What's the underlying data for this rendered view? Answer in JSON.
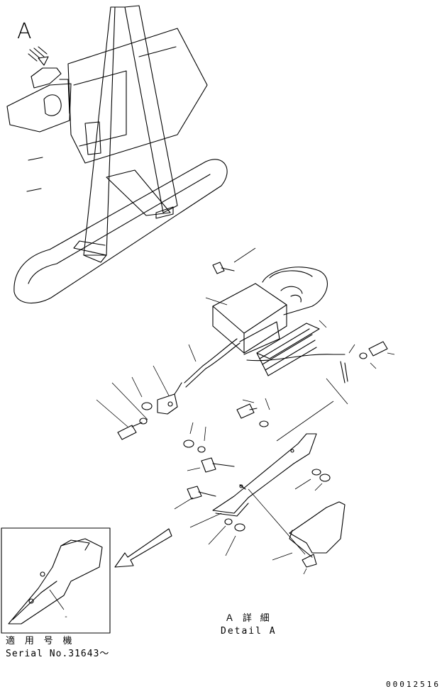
{
  "labels": {
    "view_letter": "A",
    "detail_jp": "Ａ 詳 細",
    "detail_en": "Detail A",
    "serial_jp": "適 用 号 機",
    "serial_en": "Serial No.31643〜",
    "doc_number": "00012516"
  },
  "inset": {
    "callout_mark": "-"
  },
  "colors": {
    "line": "#000000",
    "background": "#ffffff"
  }
}
